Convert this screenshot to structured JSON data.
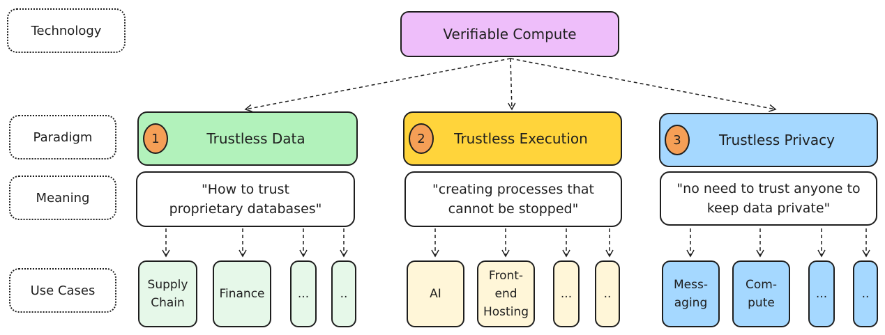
{
  "row_labels": {
    "technology": "Technology",
    "paradigm": "Paradigm",
    "meaning": "Meaning",
    "use_cases": "Use Cases"
  },
  "technology": "Verifiable Compute",
  "paradigms": [
    {
      "number": "1",
      "title": "Trustless Data",
      "meaning": [
        "\"How to trust",
        "proprietary databases\""
      ],
      "use_cases": [
        [
          "Supply",
          "Chain"
        ],
        [
          "Finance"
        ],
        [
          "..."
        ],
        [
          ".."
        ]
      ]
    },
    {
      "number": "2",
      "title": "Trustless Execution",
      "meaning": [
        "\"creating processes that",
        "cannot be stopped\""
      ],
      "use_cases": [
        [
          "AI"
        ],
        [
          "Front-",
          "end",
          "Hosting"
        ],
        [
          "..."
        ],
        [
          ".."
        ]
      ]
    },
    {
      "number": "3",
      "title": "Trustless Privacy",
      "meaning": [
        "\"no need to trust anyone to",
        "keep data private\""
      ],
      "use_cases": [
        [
          "Mess-",
          "aging"
        ],
        [
          "Com-",
          "pute"
        ],
        [
          "..."
        ],
        [
          ".."
        ]
      ]
    }
  ],
  "colors": {
    "technology": "#eebefa",
    "paradigm_1": "#b2f2bb",
    "paradigm_2": "#ffd43b",
    "paradigm_3": "#a5d8ff",
    "number_badge": "#f59f56",
    "use_case_1": "#e6f8e9",
    "use_case_2": "#fff6d8",
    "use_case_3": "#a5d8ff"
  }
}
